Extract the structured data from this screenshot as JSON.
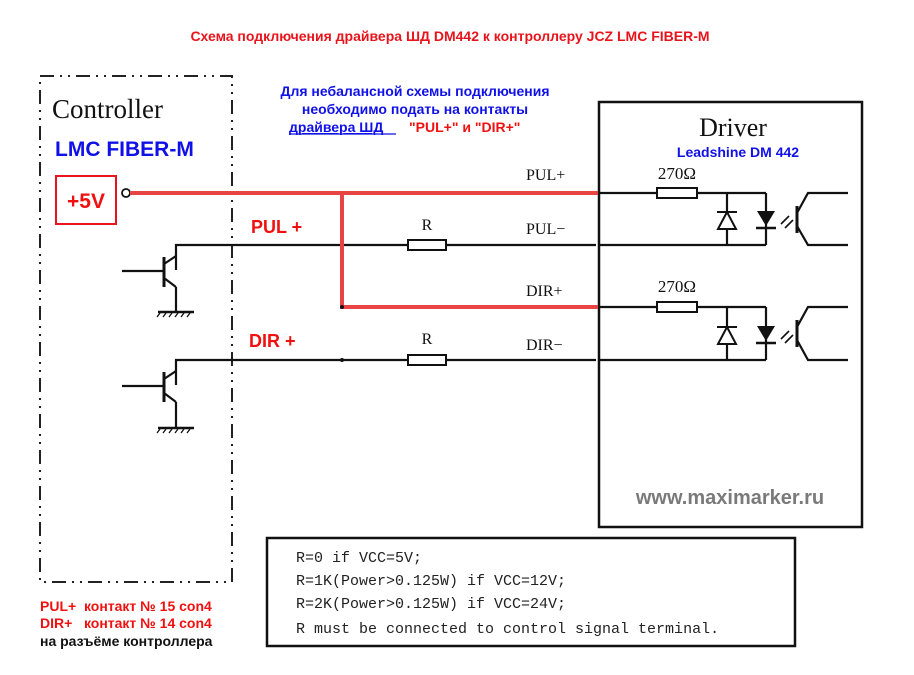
{
  "title": "Схема подключения драйвера ШД DM442 к контроллеру JCZ LMC FIBER-M",
  "controller": {
    "heading": "Controller",
    "model": "LMC FIBER-M",
    "supply_label": "+5V"
  },
  "note": {
    "line1": "Для небалансной схемы подключения",
    "line2": "необходимо подать на контакты",
    "line3_underlined": "драйвера ШД",
    "line3_signals": "\"PUL+\" и  \"DIR+\""
  },
  "driver": {
    "heading": "Driver",
    "model": "Leadshine DM 442",
    "resistor_value_1": "270Ω",
    "resistor_value_2": "270Ω",
    "terminals": [
      "PUL+",
      "PUL−",
      "DIR+",
      "DIR−"
    ]
  },
  "signals": {
    "pul_label": "PUL +",
    "dir_label": "DIR +",
    "resistor_label_1": "R",
    "resistor_label_2": "R"
  },
  "website": "www.maximarker.ru",
  "resistor_notes": [
    "R=0 if VCC=5V;",
    "R=1K(Power>0.125W) if VCC=12V;",
    "R=2K(Power>0.125W) if VCC=24V;",
    "R must be connected to control signal terminal."
  ],
  "pinout": {
    "line1": "PUL+  контакт № 15 con4",
    "line2": "DIR+   контакт № 14 con4",
    "line3": "на разъёме контроллера"
  },
  "colors": {
    "title_red": "#e8141c",
    "accent_blue": "#1010e8",
    "wire_red": "#e84444",
    "website_grey": "#7a7a7a"
  }
}
